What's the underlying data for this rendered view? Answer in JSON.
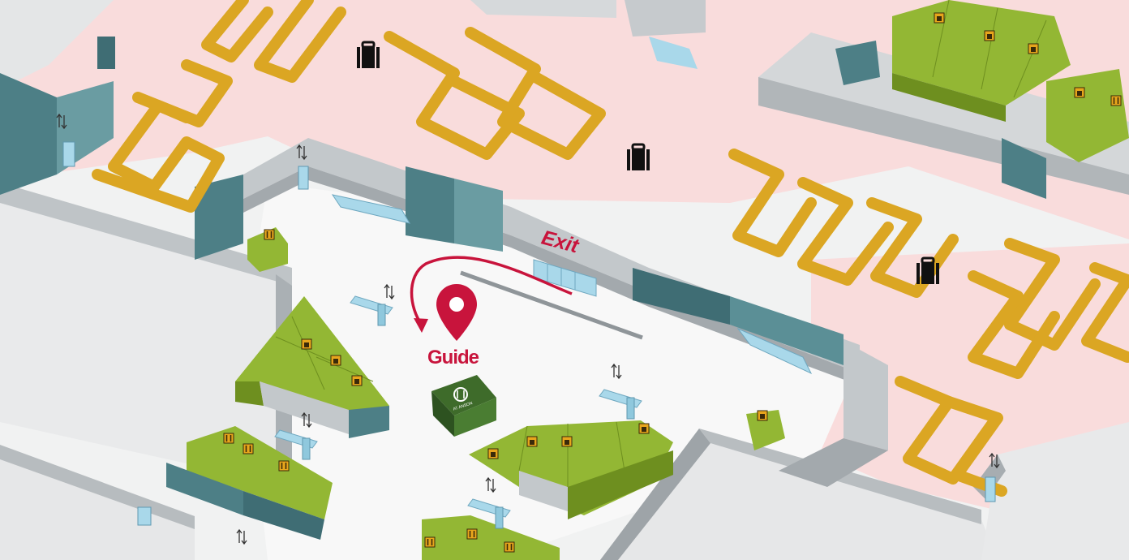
{
  "map": {
    "labels": {
      "exit": "Exit",
      "guide": "Guide",
      "kiosk_text": "AT ANSON"
    },
    "colors": {
      "carousel_floor": "#f9dcdc",
      "concourse_floor": "#f7f7f7",
      "wall_gray": "#c9cdd0",
      "wall_dark": "#4d7f86",
      "shop_green": "#93b734",
      "carousel_belt": "#dba623",
      "accent_red": "#c8143c",
      "escalator_blue": "#a9d8ea"
    },
    "icons": {
      "baggage_claim": "suitcase-icon",
      "shop": "shop-icon",
      "restaurant": "fork-knife-icon",
      "elevator": "up-down-arrows-icon",
      "guide_pin": "location-pin-icon",
      "info_kiosk": "kiosk-logo-icon"
    }
  }
}
